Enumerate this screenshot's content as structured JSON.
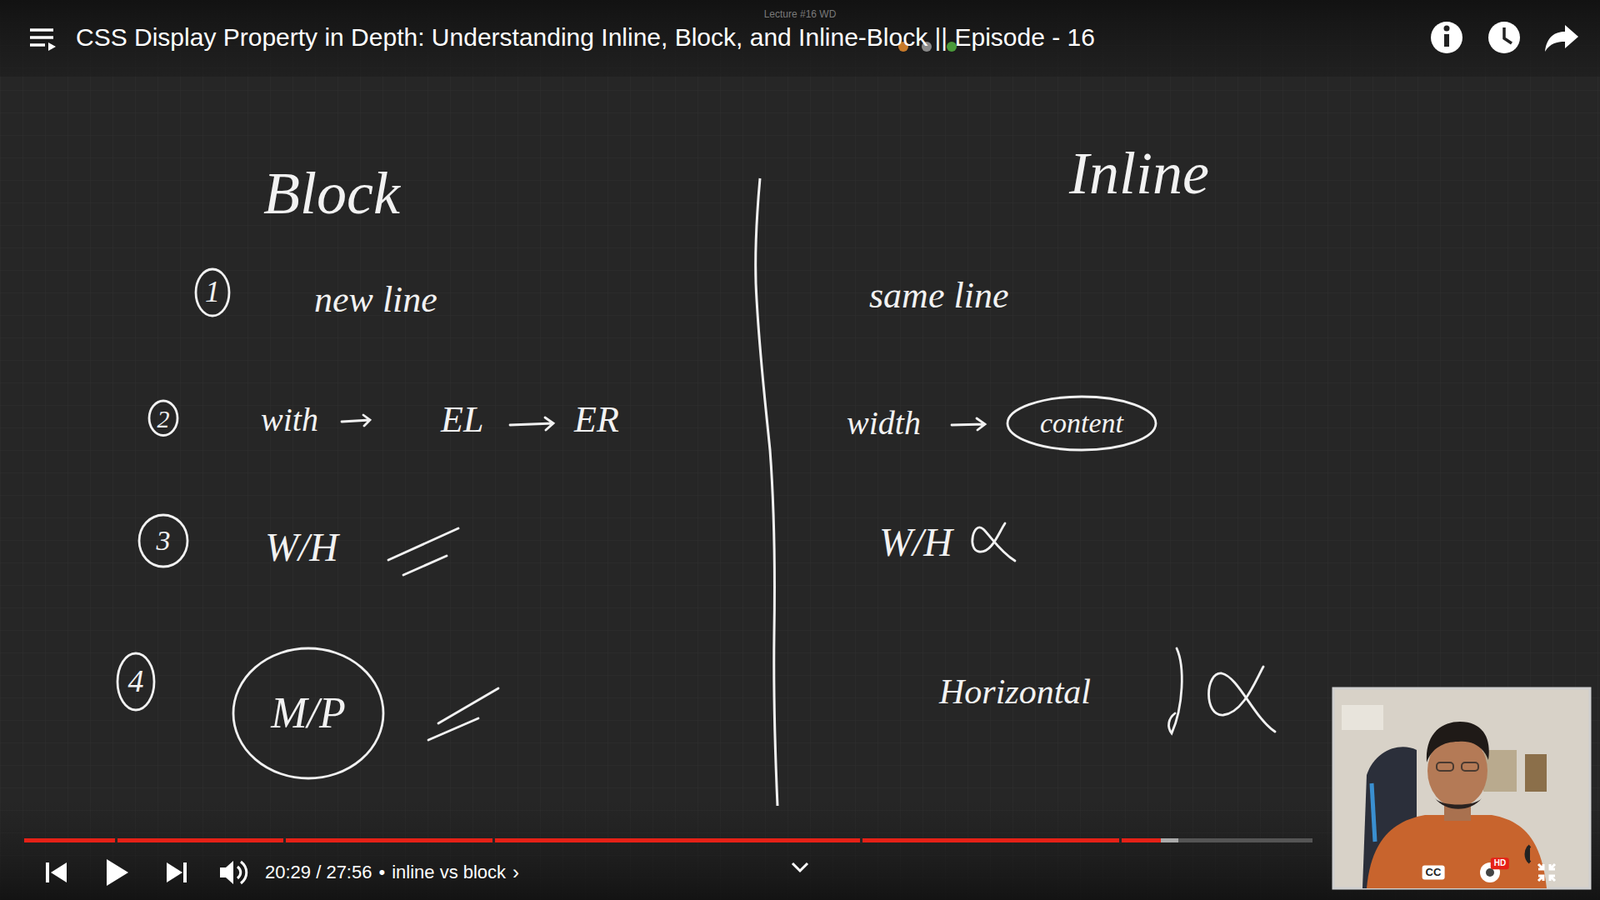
{
  "diagram": {
    "title": "CSS Display Property in Depth: Understanding Inline, Block, and Inline-Block || Episode - 16",
    "nodes": [
      {
        "text": [
          "1"
        ]
      },
      {
        "text": [
          "2"
        ]
      },
      {
        "text": [
          "content"
        ]
      },
      {
        "text": [
          "3"
        ]
      },
      {
        "text": [
          "4"
        ]
      },
      {
        "text": [
          "M/P"
        ]
      }
    ],
    "labels": [
      "Lecture #16 WD",
      "Block",
      "new line",
      "with",
      "EL",
      "ER",
      "W/H",
      "Inline",
      "same line",
      "width",
      "W/H",
      "Horizontal",
      "20:29 / 27:56",
      "•",
      "inline vs block",
      "›",
      "CC",
      "HD"
    ]
  }
}
